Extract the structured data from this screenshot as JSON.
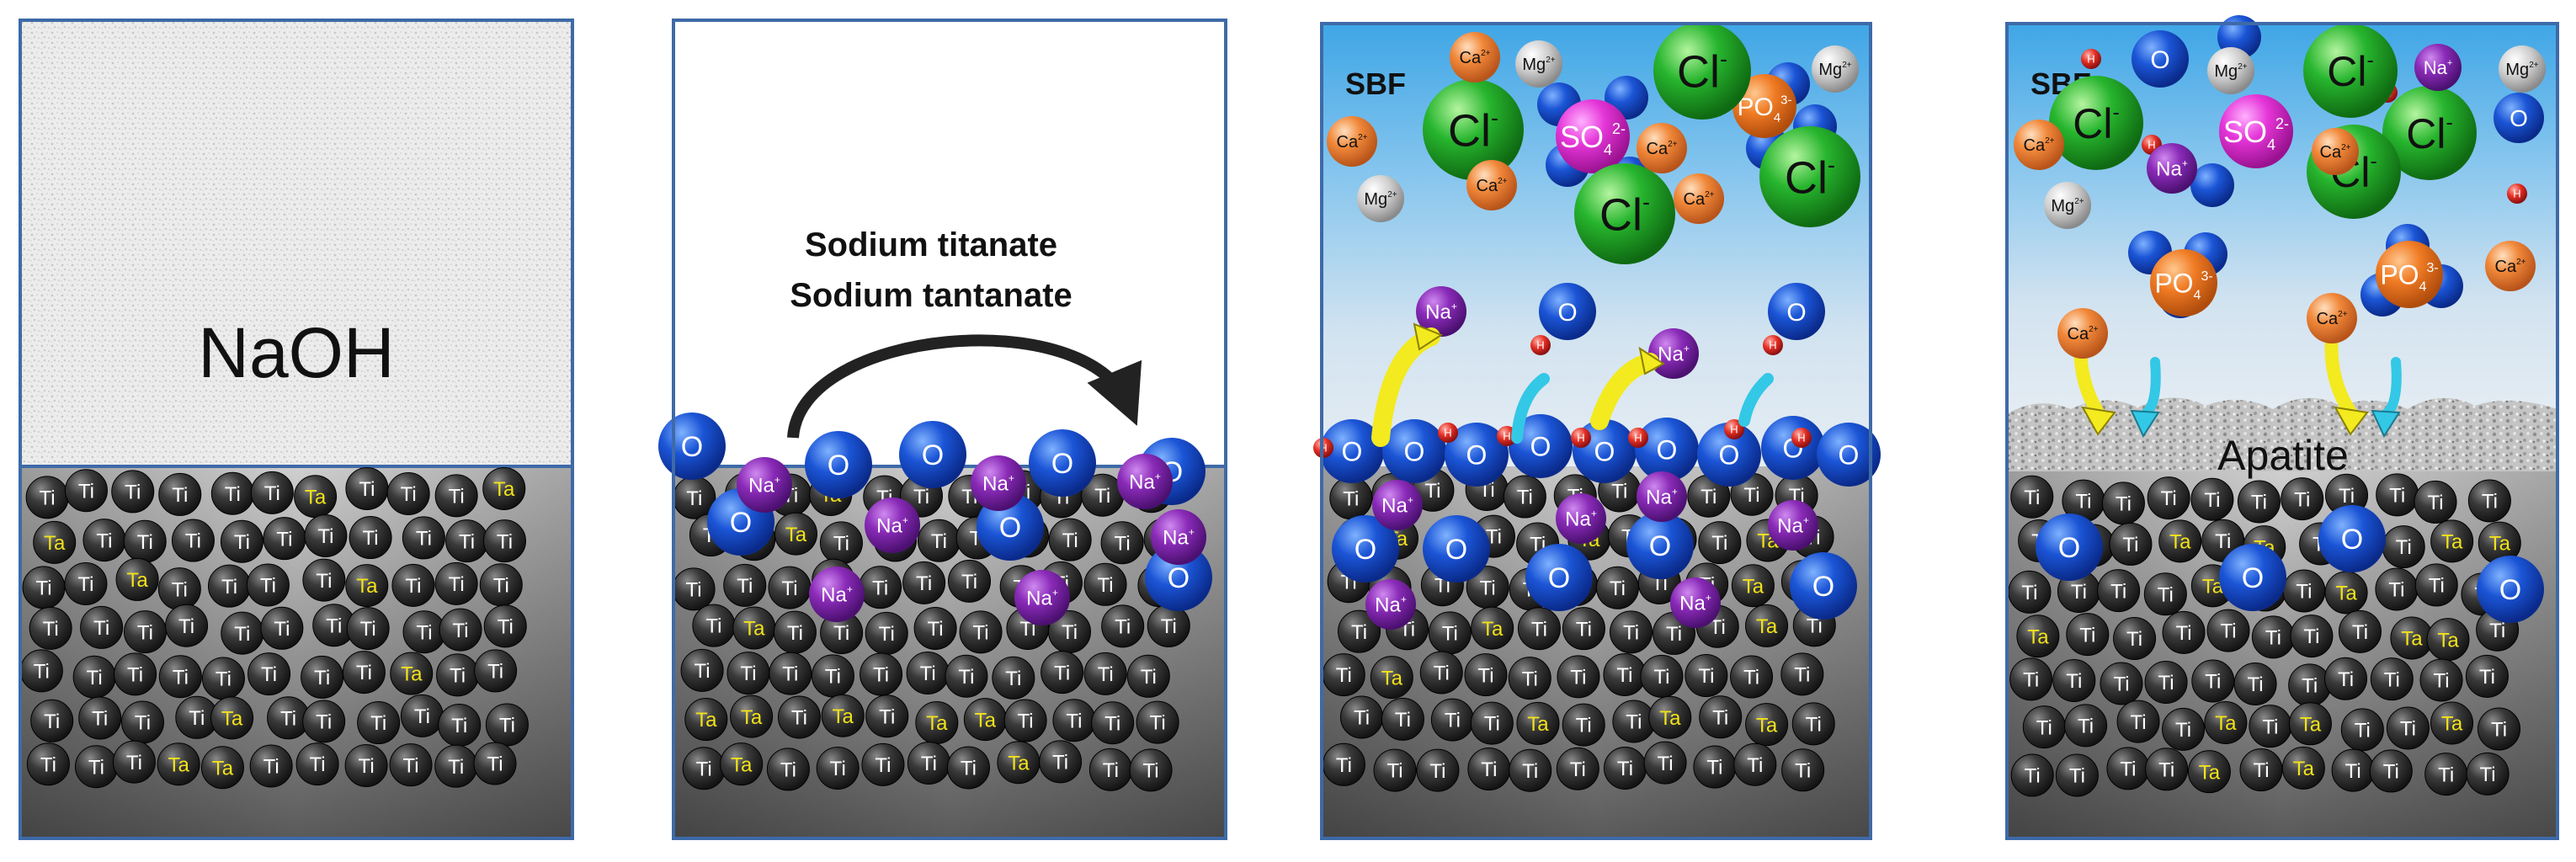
{
  "colors": {
    "frame": "#3e6aa8",
    "substrate_light": "#c8c8c8",
    "substrate_dark": "#555555",
    "ti_ball": "#2f2f2f",
    "ti_label": "#ffffff",
    "ta_label": "#f2e21a",
    "oxygen": "#1b55d6",
    "sodium": "#8a2bb8",
    "hydrogen": "#e53025",
    "chloride": "#27b52e",
    "calcium": "#f1883a",
    "magnesium": "#c9c9c9",
    "phosphate": "#f07b24",
    "sulfate": "#e535d8",
    "solution_top": "#3fa6e6",
    "solution_bottom": "#dde8f1",
    "arrow_yellow": "#f3ea1f",
    "arrow_cyan": "#33c8e6",
    "arrow_black": "#222222",
    "naoh_fill": "#e7e7e7",
    "apatite": "#b9b9b9"
  },
  "panel1": {
    "solution_label": "NaOH",
    "substrate_atoms": [
      "Ti",
      "Ta"
    ]
  },
  "panel2": {
    "layer_label_line1": "Sodium titanate",
    "layer_label_line2": "Sodium tantanate",
    "atoms": {
      "oxygen": "O",
      "sodium": "Na",
      "sodium_charge": "+"
    }
  },
  "panel3": {
    "medium_label": "SBF",
    "ions": {
      "chloride": "Cl",
      "chloride_charge": "-",
      "calcium": "Ca",
      "calcium_charge": "2+",
      "magnesium": "Mg",
      "magnesium_charge": "2+",
      "sulfate": "SO",
      "sulfate_sub": "4",
      "sulfate_charge": "2-",
      "phosphate": "PO",
      "phosphate_sub": "4",
      "phosphate_charge": "3-",
      "sodium": "Na",
      "sodium_charge": "+",
      "oxygen": "O",
      "hydrogen": "H"
    }
  },
  "panel4": {
    "medium_label": "SBF",
    "layer_label": "Apatite",
    "ions": {
      "chloride": "Cl",
      "chloride_charge": "-",
      "calcium": "Ca",
      "calcium_charge": "2+",
      "magnesium": "Mg",
      "magnesium_charge": "2+",
      "sulfate": "SO",
      "sulfate_sub": "4",
      "sulfate_charge": "2-",
      "phosphate": "PO",
      "phosphate_sub": "4",
      "phosphate_charge": "3-",
      "sodium": "Na",
      "sodium_charge": "+",
      "oxygen": "O",
      "hydrogen": "H"
    }
  }
}
